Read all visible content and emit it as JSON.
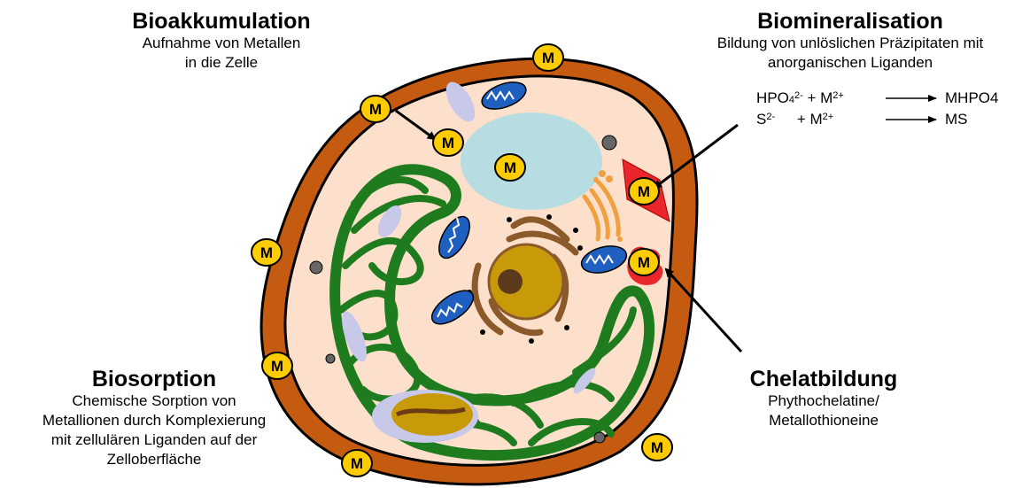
{
  "colors": {
    "cell_wall": "#c55a11",
    "cytoplasm": "#fde0cc",
    "membrane": "#000000",
    "chloroplast": "#1e7b1e",
    "vacuole": "#b7dde3",
    "nucleus": "#c89a0a",
    "nucleolus": "#5a3a1a",
    "golgi": "#f0a040",
    "er": "#8b5a2b",
    "mitochondria": "#1f5fbf",
    "metal_fill": "#ffcc00",
    "precipitate": "#e8262b",
    "arrow": "#000000"
  },
  "metal_symbol": "M",
  "bioaccumulation": {
    "title": "Bioakkumulation",
    "line1": "Aufnahme von Metallen",
    "line2": "in die Zelle"
  },
  "biomineralization": {
    "title": "Biomineralisation",
    "line1": "Bildung von unlöslichen Präzipitaten mit",
    "line2": "anorganischen Liganden",
    "eq1_reactant": "HPO",
    "eq1_sub": "4",
    "eq1_sup": "2-",
    "eq1_plus": "+ M",
    "eq1_metal_sup": "2+",
    "eq1_product": "MHPO4",
    "eq2_reactant": "S",
    "eq2_sup": "2-",
    "eq2_plus": "+ M",
    "eq2_metal_sup": "2+",
    "eq2_product": "MS"
  },
  "biosorption": {
    "title": "Biosorption",
    "line1": "Chemische Sorption von",
    "line2": "Metallionen durch Komplexierung",
    "line3": "mit zellulären Liganden auf der",
    "line4": "Zelloberfläche"
  },
  "chelation": {
    "title": "Chelatbildung",
    "line1": "Phythochelatine/",
    "line2": "Metallothioneine"
  }
}
